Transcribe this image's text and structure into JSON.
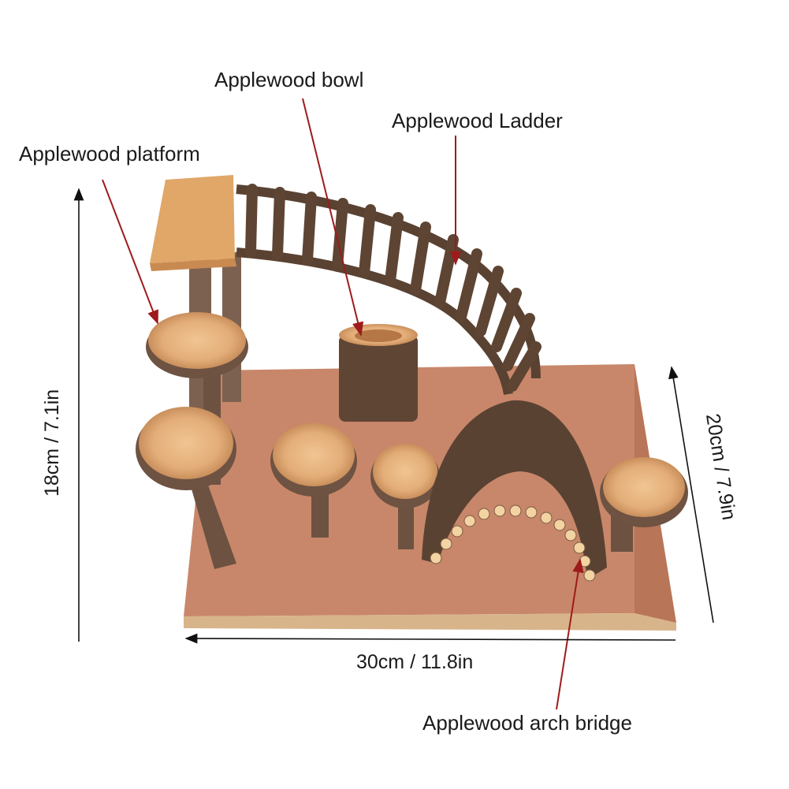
{
  "labels": {
    "bowl": "Applewood bowl",
    "ladder": "Applewood Ladder",
    "platform": "Applewood platform",
    "bridge": "Applewood arch bridge"
  },
  "dimensions": {
    "height": "18cm / 7.1in",
    "width": "30cm / 11.8in",
    "depth": "20cm / 7.9in"
  },
  "colors": {
    "base": "#c8876a",
    "base_edge": "#d8b48a",
    "wood_face": "#e3b07c",
    "bark": "#5a4232",
    "arrow_red": "#9e1b1b",
    "dim_line": "#111111"
  }
}
